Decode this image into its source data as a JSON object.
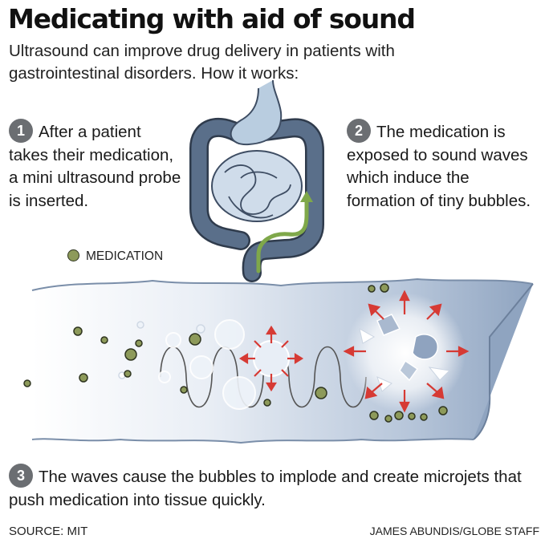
{
  "title": "Medicating with aid of sound",
  "subtitle": "Ultrasound can improve drug delivery in patients with gastrointestinal disorders. How it works:",
  "steps": [
    {
      "number": "1",
      "text": "After a patient takes their medication, a mini ultrasound probe is inserted."
    },
    {
      "number": "2",
      "text": "The medication is exposed to sound waves which induce the formation of tiny bubbles."
    },
    {
      "number": "3",
      "text": "The waves cause the bubbles to implode and create microjets that push medication into tissue quickly."
    }
  ],
  "legend": {
    "label": "MEDICATION",
    "color": "#8d9a5a"
  },
  "footer": {
    "source": "SOURCE: MIT",
    "credit": "JAMES ABUNDIS/GLOBE STAFF"
  },
  "colors": {
    "intestine": "#5a6f8a",
    "stomach": "#b9cde0",
    "small_intestine": "#cfdcea",
    "probe_arrow": "#7fa84a",
    "burst_arrows": "#d63a34",
    "tube": "#8fa4c0"
  }
}
